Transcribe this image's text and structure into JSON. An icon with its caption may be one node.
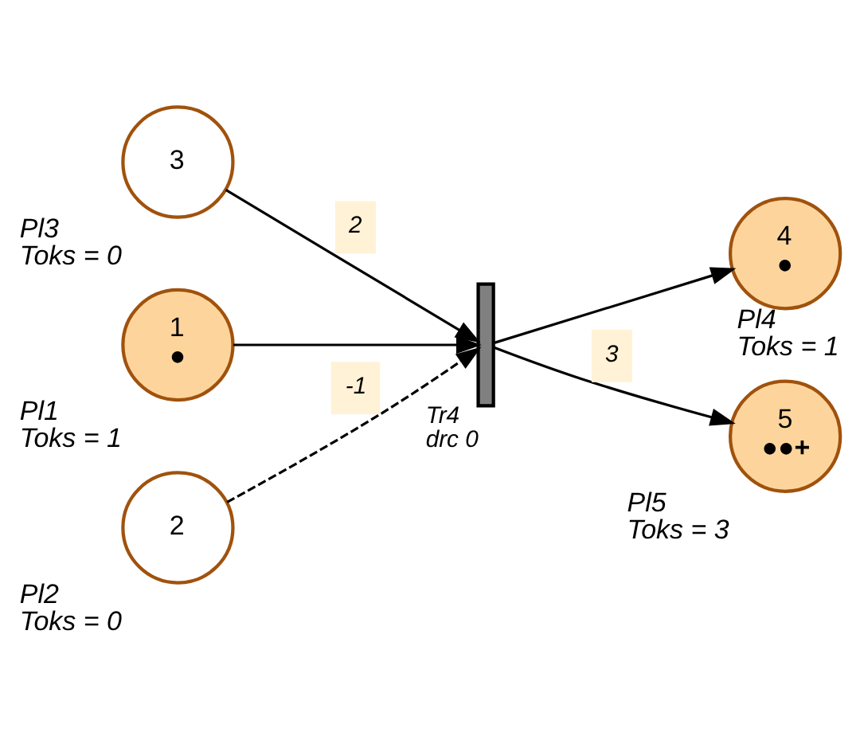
{
  "diagram": {
    "nodes": [
      {
        "text": [
          "3"
        ],
        "beside": [
          "Pl3",
          "Toks = 0"
        ]
      },
      {
        "text": [
          "1",
          "●"
        ],
        "beside": [
          "Pl1",
          "Toks = 1"
        ]
      },
      {
        "text": [
          "2"
        ],
        "beside": [
          "Pl2",
          "Toks = 0"
        ]
      },
      {
        "text": [],
        "shape": "bar",
        "beside": [
          "Tr4",
          "drc 0"
        ]
      },
      {
        "text": [
          "4",
          "●"
        ],
        "beside": [
          "Pl4",
          "Toks = 1"
        ]
      },
      {
        "text": [
          "5",
          "●●+"
        ],
        "beside": [
          "Pl5",
          "Toks = 3"
        ]
      }
    ],
    "edges": [
      {
        "from": 0,
        "to": 3,
        "arrow": "to",
        "label": "2"
      },
      {
        "from": 1,
        "to": 3,
        "arrow": "to"
      },
      {
        "from": 2,
        "to": 3,
        "arrow": "to",
        "label": "-1",
        "style": "dashed"
      },
      {
        "from": 3,
        "to": 4,
        "arrow": "to"
      },
      {
        "from": 3,
        "to": 5,
        "arrow": "to",
        "label": "3"
      }
    ]
  }
}
